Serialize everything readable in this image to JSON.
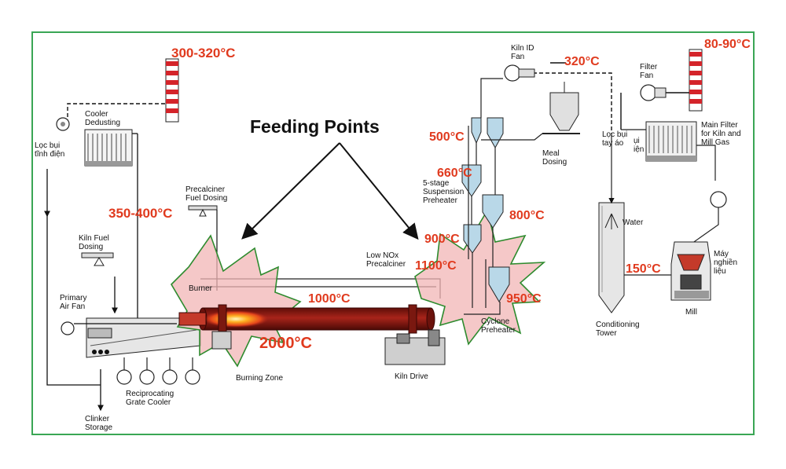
{
  "title": "Feeding Points",
  "temperatures": {
    "cooler_stack": "300-320°C",
    "tertiary": "350-400°C",
    "id_fan": "320°C",
    "filter_stack": "80-90°C",
    "stage1": "500°C",
    "stage2": "660°C",
    "stage3": "800°C",
    "stage4": "900°C",
    "precalciner": "1100°C",
    "kiln_mid": "1000°C",
    "flame": "2000°C",
    "kiln_inlet": "950°C",
    "conditioning_out": "150°C"
  },
  "labels": {
    "cooler_dedusting": [
      "Cooler",
      "Dedusting"
    ],
    "esp": [
      "Lọc bụi",
      "tĩnh điện"
    ],
    "precalciner_fuel": [
      "Precalciner",
      "Fuel Dosing"
    ],
    "kiln_fuel": [
      "Kiln Fuel",
      "Dosing"
    ],
    "primary_air_fan": [
      "Primary",
      "Air Fan"
    ],
    "burner": "Burner",
    "grate_cooler": [
      "Reciprocating",
      "Grate Cooler"
    ],
    "clinker_storage": [
      "Clinker",
      "Storage"
    ],
    "burning_zone": "Burning Zone",
    "kiln_drive": "Kiln Drive",
    "low_nox": [
      "Low NOx",
      "Precalciner"
    ],
    "suspension_preheater": [
      "5-stage",
      "Suspension",
      "Preheater"
    ],
    "cyclone_preheater": [
      "Cyclone",
      "Preheater"
    ],
    "kiln_id_fan": [
      "Kiln ID",
      "Fan"
    ],
    "meal_dosing": [
      "Meal",
      "Dosing"
    ],
    "bag_filter": [
      "Lọc bụi",
      "tay áo"
    ],
    "bag_filter_partial": [
      "ụi",
      "iện"
    ],
    "filter_fan": [
      "Filter",
      "Fan"
    ],
    "main_filter": [
      "Main Filter",
      "for Kiln and",
      "Mill Gas"
    ],
    "water": "Water",
    "conditioning_tower": [
      "Conditioning",
      "Tower"
    ],
    "mill_vn": [
      "Máy",
      "nghiền",
      "liệu"
    ],
    "mill": "Mill"
  },
  "colors": {
    "frame": "#3aa655",
    "temperature": "#e03a1e",
    "kiln": "#8b1a12",
    "burst_fill": "#f2b5b5",
    "burst_stroke": "#2e8b2e",
    "stack_red": "#d4242a"
  }
}
